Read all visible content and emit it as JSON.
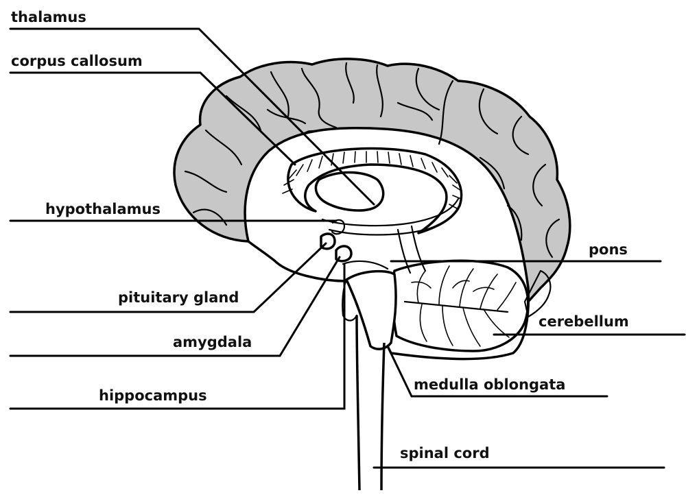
{
  "colors": {
    "cortex": "#c7c7c7",
    "ink": "#000000",
    "background": "#ffffff"
  },
  "labels": {
    "thalamus": "thalamus",
    "corpus_callosum": "corpus callosum",
    "hypothalamus": "hypothalamus",
    "pituitary_gland": "pituitary gland",
    "amygdala": "amygdala",
    "hippocampus": "hippocampus",
    "pons": "pons",
    "cerebellum": "cerebellum",
    "medulla_oblongata": "medulla oblongata",
    "spinal_cord": "spinal cord"
  }
}
